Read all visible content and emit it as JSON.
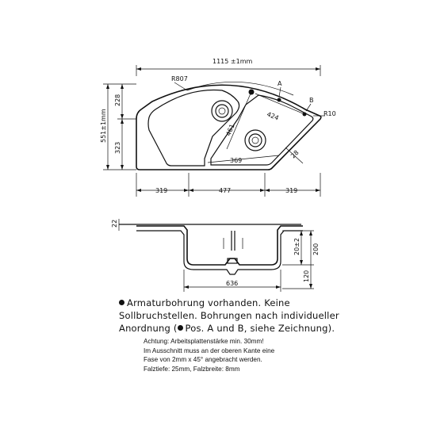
{
  "top_view": {
    "overall_width": "1115 ±1mm",
    "radius_label": "R807",
    "corner_radius_label": "R10",
    "left_height_total": "551±1mm",
    "left_height_upper": "228",
    "left_height_lower": "323",
    "pos_a": "A",
    "pos_b": "B",
    "dim_424": "424",
    "dim_461": "461",
    "dim_369": "369",
    "dim_28": "28",
    "bottom_left": "319",
    "bottom_center": "477",
    "bottom_right": "319"
  },
  "section_view": {
    "dim_22": "22",
    "dim_200": "200",
    "dim_120": "120",
    "dim_201": "20±2",
    "dim_636": "636"
  },
  "note_lines": [
    "Armaturbohrung vorhanden. Keine",
    "Sollbruchstellen. Bohrungen nach individueller",
    "Anordnung (",
    "Pos. A und B, siehe Zeichnung)."
  ],
  "warning_lines": [
    "Achtung: Arbeitsplattenstärke min. 30mm!",
    "Im Ausschnitt muss an der oberen Kante eine",
    "Fase von 2mm x 45° angebracht werden.",
    "Falztiefe: 25mm, Falzbreite: 8mm"
  ]
}
